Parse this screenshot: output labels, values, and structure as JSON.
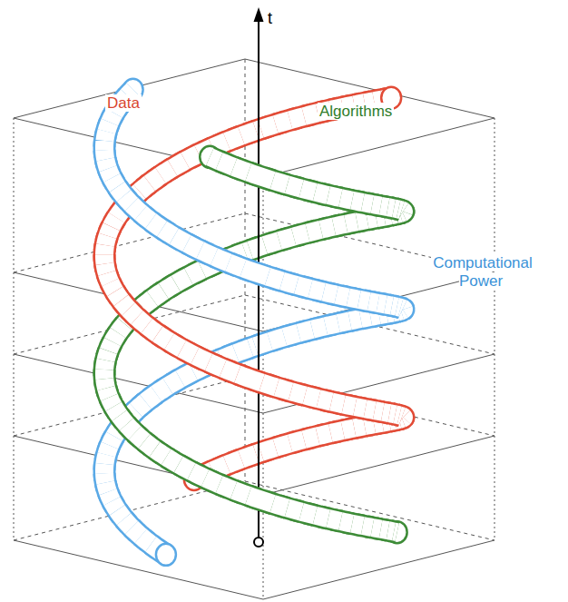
{
  "diagram": {
    "labels": [
      "t",
      "Data",
      "Algorithms",
      "Computational Power"
    ]
  }
}
